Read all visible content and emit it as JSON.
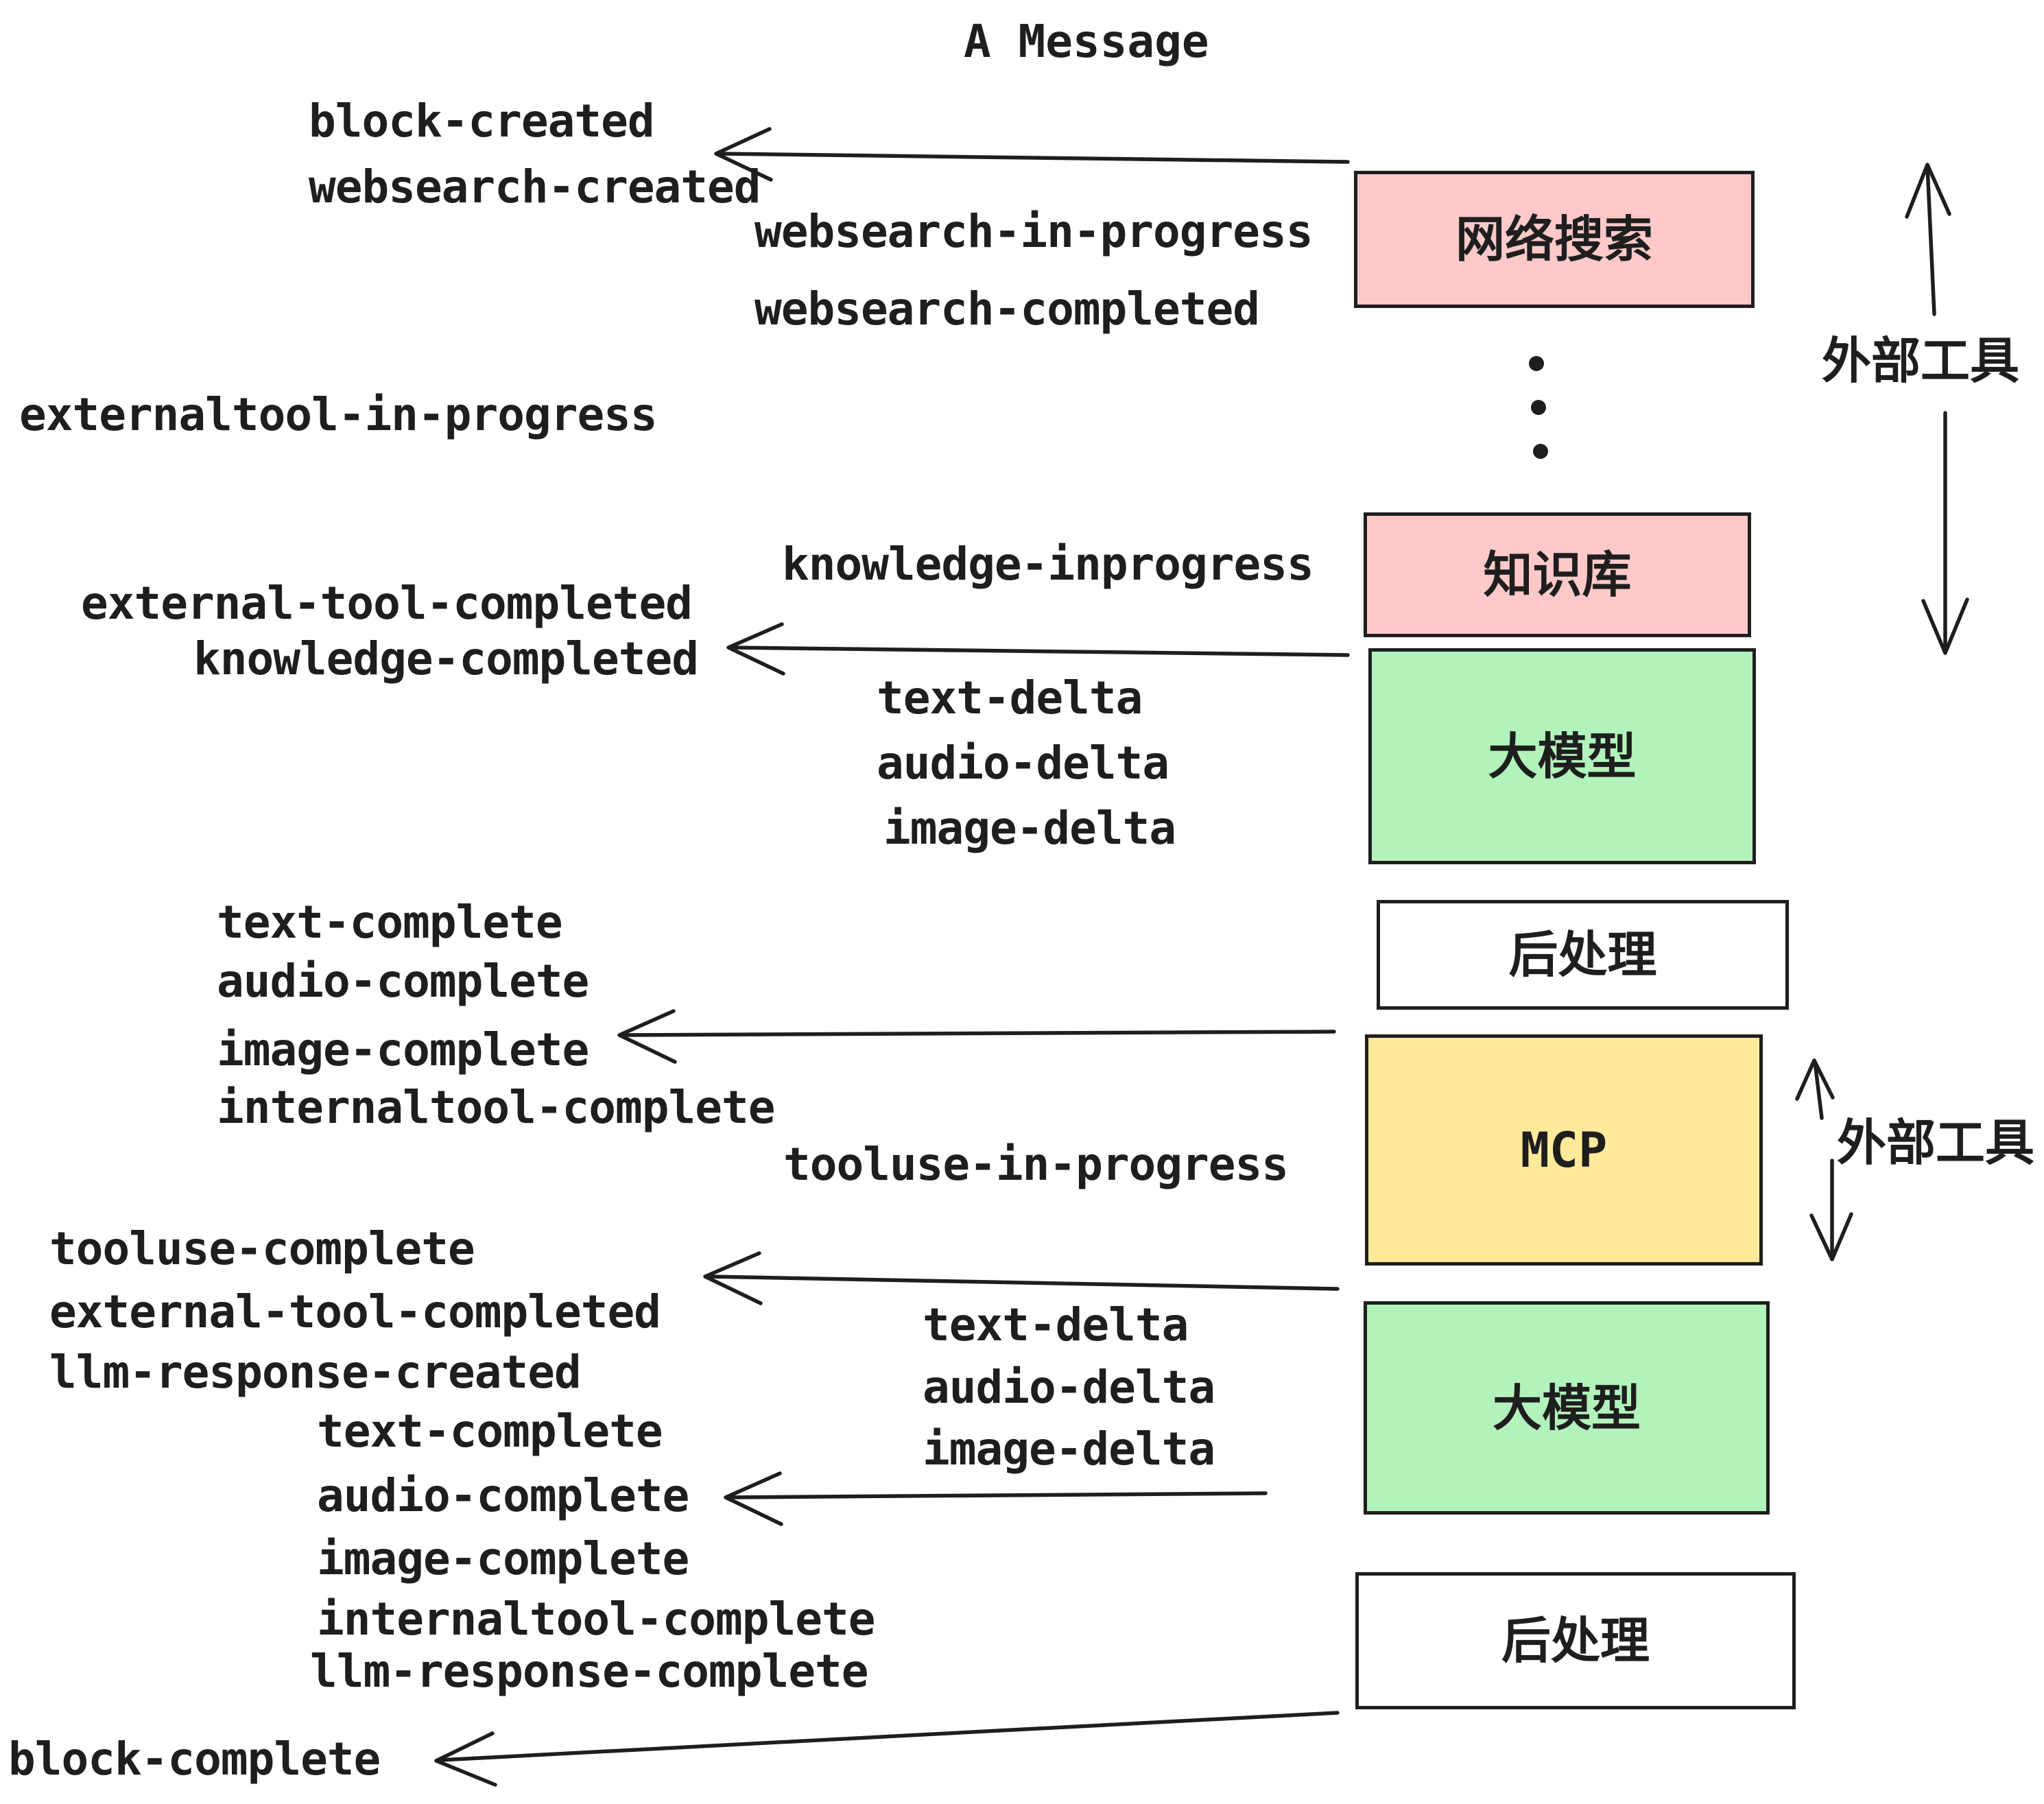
{
  "title": "A Message",
  "boxes": [
    {
      "name": "websearch",
      "label": "网络搜索",
      "fill": "#ffc9c9"
    },
    {
      "name": "knowledge",
      "label": "知识库",
      "fill": "#ffc9c9"
    },
    {
      "name": "llm-1",
      "label": "大模型",
      "fill": "#b2f2bb"
    },
    {
      "name": "postprocess-1",
      "label": "后处理",
      "fill": "#ffffff"
    },
    {
      "name": "mcp",
      "label": "MCP",
      "fill": "#ffe99a"
    },
    {
      "name": "llm-2",
      "label": "大模型",
      "fill": "#b2f2bb"
    },
    {
      "name": "postprocess-2",
      "label": "后处理",
      "fill": "#ffffff"
    }
  ],
  "side_labels": [
    {
      "name": "external-tools-top",
      "label": "外部工具"
    },
    {
      "name": "external-tools-mid",
      "label": "外部工具"
    }
  ],
  "events": [
    "block-created",
    "websearch-created",
    "websearch-in-progress",
    "websearch-completed",
    "externaltool-in-progress",
    "knowledge-inprogress",
    "external-tool-completed",
    "knowledge-completed",
    "text-delta",
    "audio-delta",
    "image-delta",
    "text-complete",
    "audio-complete",
    "image-complete",
    "internaltool-complete",
    "tooluse-in-progress",
    "tooluse-complete",
    "external-tool-completed",
    "llm-response-created",
    "text-delta",
    "audio-delta",
    "image-delta",
    "text-complete",
    "audio-complete",
    "image-complete",
    "internaltool-complete",
    "llm-response-complete",
    "block-complete"
  ],
  "colors": {
    "pink": "#ffc9c9",
    "green": "#b2f2bb",
    "yellow": "#ffe99a",
    "white": "#ffffff",
    "ink": "#1e1e1e",
    "background": "#ffffff"
  }
}
